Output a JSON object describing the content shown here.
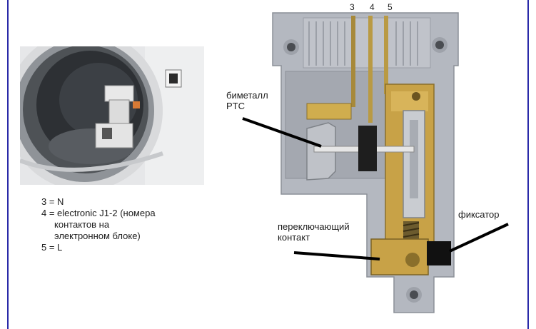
{
  "header_numbers": [
    "3",
    "4",
    "5"
  ],
  "legend": {
    "line1": "3 = N",
    "line2": "4 = electronic J1-2 (номера",
    "line3": "контактов на",
    "line4": "электронном блоке)",
    "line5": "5 = L"
  },
  "labels": {
    "bimetal_line1": "биметалл",
    "bimetal_line2": "PTC",
    "latch": "фиксатор",
    "switch_line1": "переключающий",
    "switch_line2": "контакт"
  },
  "colors": {
    "frame_border": "#2a2aa8",
    "housing_gray": "#b4b8c0",
    "brass": "#c8a247",
    "pointer_line": "#000000"
  }
}
